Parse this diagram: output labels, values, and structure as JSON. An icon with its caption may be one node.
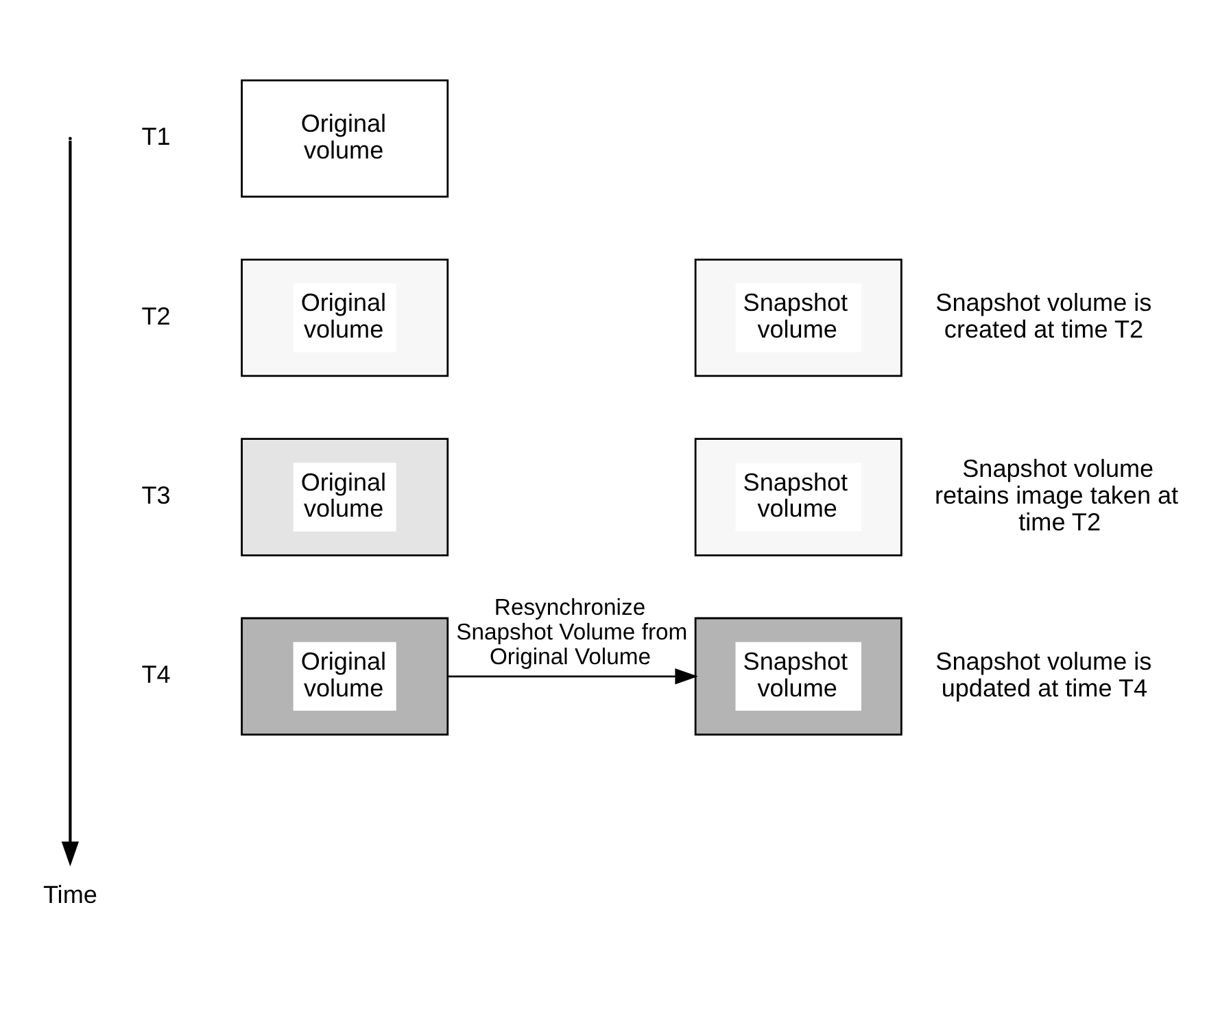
{
  "diagram": {
    "nodes": [
      {
        "text": [
          "Original volume"
        ]
      },
      {
        "text": [
          "Original volume"
        ]
      },
      {
        "text": [
          "Snapshot volume"
        ],
        "beside": [
          "Snapshot volume is created at time T2"
        ]
      },
      {
        "text": [
          "Original volume"
        ]
      },
      {
        "text": [
          "Snapshot volume"
        ],
        "beside": [
          "Snapshot volume retains image taken at time T2"
        ]
      },
      {
        "text": [
          "Original volume"
        ]
      },
      {
        "text": [
          "Snapshot volume"
        ],
        "beside": [
          "Snapshot volume is updated at time T4"
        ]
      }
    ],
    "edges": [
      {
        "from": 5,
        "to": 6,
        "arrow": "to",
        "label": "Resynchronize Snapshot Volume from Original Volume"
      }
    ],
    "labels": [
      "T1",
      "T2",
      "T3",
      "T4",
      "Time"
    ]
  }
}
